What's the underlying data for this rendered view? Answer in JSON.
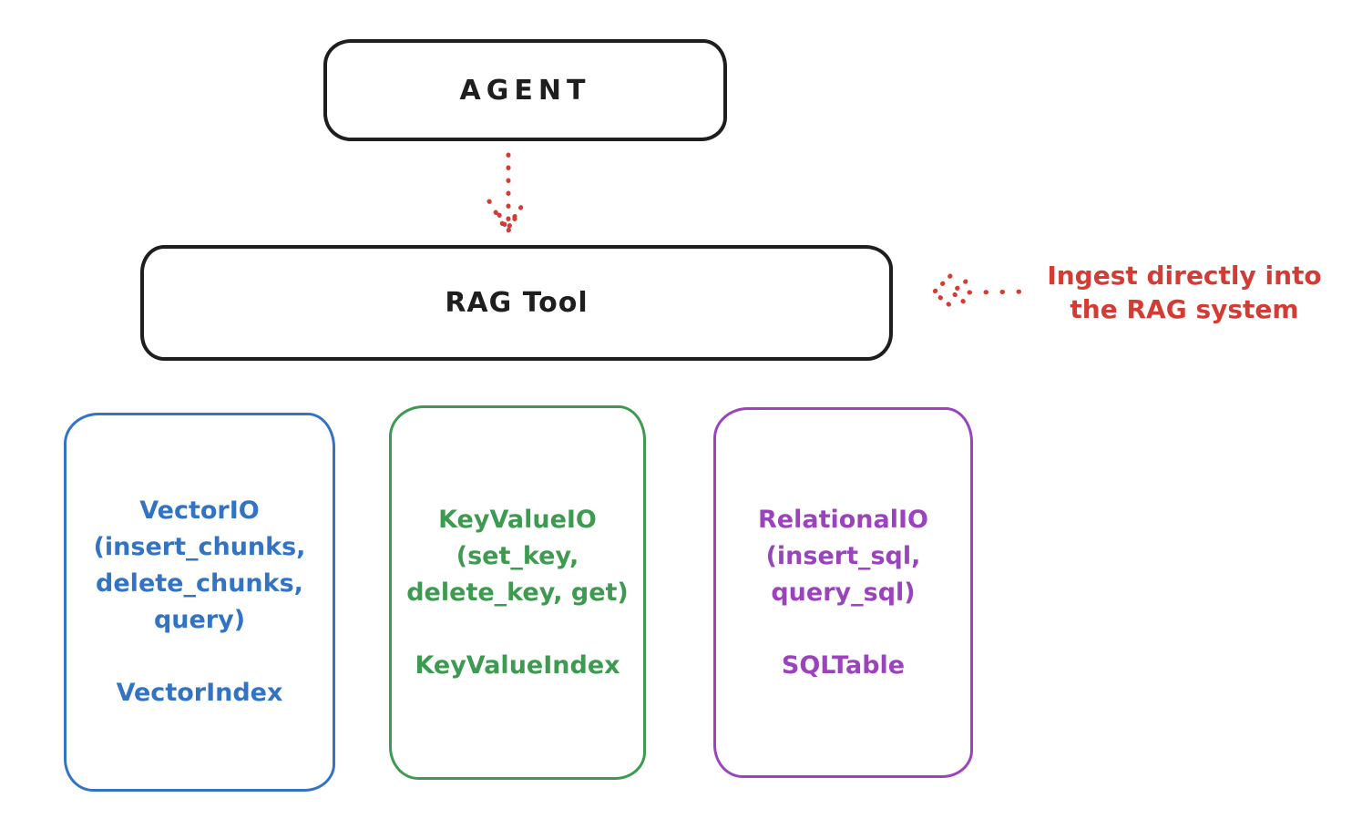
{
  "diagram": {
    "background": "#ffffff",
    "colors": {
      "ink": "#1e1e1e",
      "red": "#d23c35",
      "blue": "#3273c4",
      "green": "#3d9a50",
      "purple": "#9b43bd"
    },
    "agent": {
      "label": "AGENT"
    },
    "rag_tool": {
      "label": "RAG Tool"
    },
    "annotation": {
      "text": "Ingest directly into\nthe RAG system"
    },
    "stores": [
      {
        "id": "vector-io",
        "title": "VectorIO\n(insert_chunks,\ndelete_chunks,\nquery)",
        "index": "VectorIndex",
        "color": "#3273c4"
      },
      {
        "id": "keyvalue-io",
        "title": "KeyValueIO\n(set_key,\ndelete_key, get)",
        "index": "KeyValueIndex",
        "color": "#3d9a50"
      },
      {
        "id": "relational-io",
        "title": "RelationalIO\n(insert_sql,\nquery_sql)",
        "index": "SQLTable",
        "color": "#9b43bd"
      }
    ],
    "arrows": [
      {
        "id": "agent-to-rag-tool",
        "style": "dotted",
        "color": "#d23c35",
        "direction": "down"
      },
      {
        "id": "annotation-to-rag-tool",
        "style": "dotted",
        "color": "#d23c35",
        "direction": "left"
      }
    ]
  }
}
